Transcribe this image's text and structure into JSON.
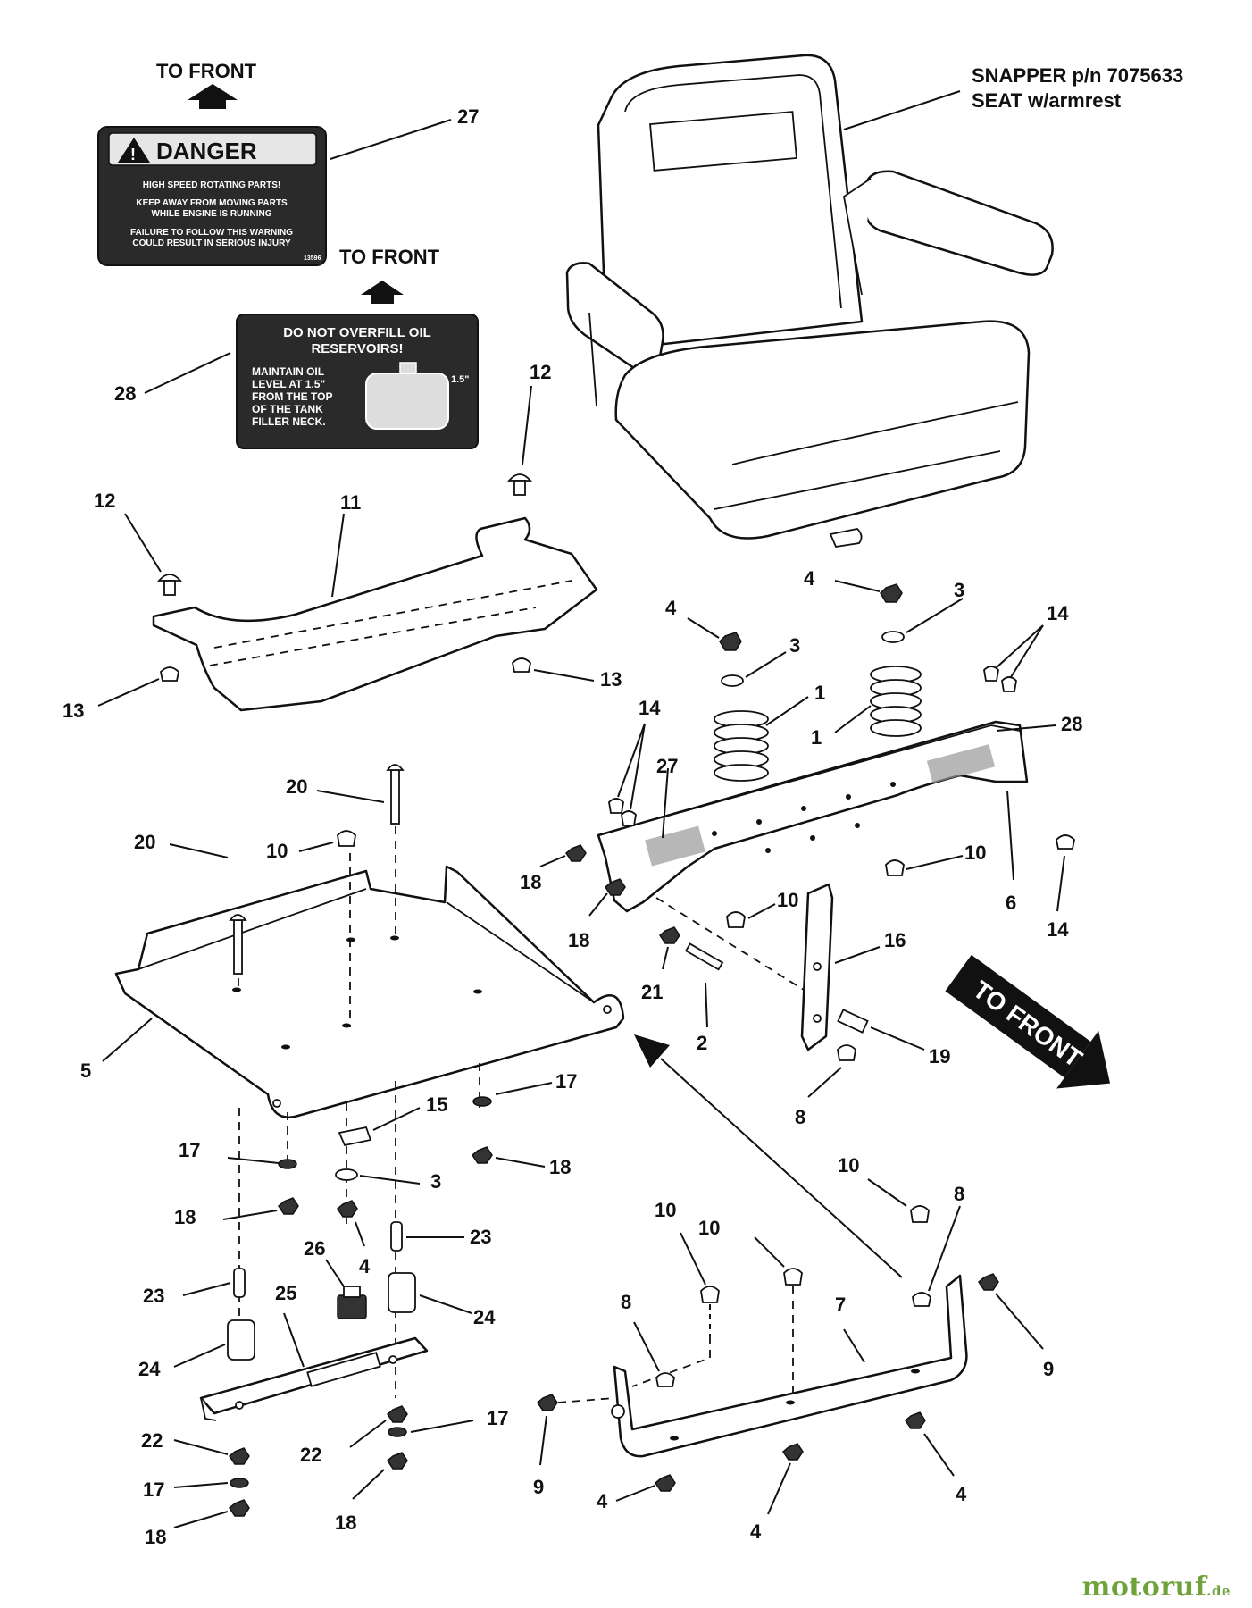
{
  "directions": {
    "top_left": "TO FRONT",
    "middle_left": "TO FRONT",
    "right": "TO FRONT"
  },
  "seat_label": {
    "line1": "SNAPPER p/n  7075633",
    "line2": "SEAT w/armrest"
  },
  "danger_decal": {
    "title": "DANGER",
    "line1": "HIGH SPEED ROTATING PARTS!",
    "line2": "KEEP AWAY FROM MOVING PARTS",
    "line3": "WHILE ENGINE IS RUNNING",
    "line4": "FAILURE TO FOLLOW THIS WARNING",
    "line5": "COULD RESULT IN SERIOUS INJURY",
    "code": "13596"
  },
  "oil_decal": {
    "title1": "DO NOT OVERFILL OIL",
    "title2": "RESERVOIRS!",
    "line1": "MAINTAIN OIL",
    "line2": "LEVEL AT 1.5\"",
    "line3": "FROM THE TOP",
    "line4": "OF THE TANK",
    "line5": "FILLER NECK.",
    "dim": "1.5\""
  },
  "callouts": {
    "c27_top": "27",
    "c28_left": "28",
    "c12_right": "12",
    "c12_left": "12",
    "c11": "11",
    "c13_left": "13",
    "c13_right": "13",
    "c4_seat": "4",
    "c3_seat": "3",
    "c4_left": "4",
    "c3_left": "3",
    "c14_top": "14",
    "c1_left": "1",
    "c1_right": "1",
    "c28_right": "28",
    "c14_mid": "14",
    "c27_mid": "27",
    "c20_top": "20",
    "c20_left": "20",
    "c10_pan": "10",
    "c18_a": "18",
    "c18_b": "18",
    "c10_frame": "10",
    "c10_frame2": "10",
    "c6": "6",
    "c14_right": "14",
    "c16": "16",
    "c21": "21",
    "c2": "2",
    "c19": "19",
    "c8_mid": "8",
    "c5": "5",
    "c17_right": "17",
    "c15": "15",
    "c17_left": "17",
    "c3_mid": "3",
    "c18_right": "18",
    "c18_left": "18",
    "c4_mid": "4",
    "c23_right": "23",
    "c26": "26",
    "c23_left": "23",
    "c25": "25",
    "c24_right": "24",
    "c24_left": "24",
    "c10_b1": "10",
    "c10_b2": "10",
    "c10_b3": "10",
    "c8_b1": "8",
    "c8_b2": "8",
    "c7": "7",
    "c9_right": "9",
    "c9_left": "9",
    "c22_left": "22",
    "c22_mid": "22",
    "c17_mid": "17",
    "c17_bottom": "17",
    "c18_bottom": "18",
    "c18_mid2": "18",
    "c4_b1": "4",
    "c4_b2": "4",
    "c4_b3": "4"
  },
  "watermark": {
    "name": "motoruf",
    "suffix": ".de"
  }
}
